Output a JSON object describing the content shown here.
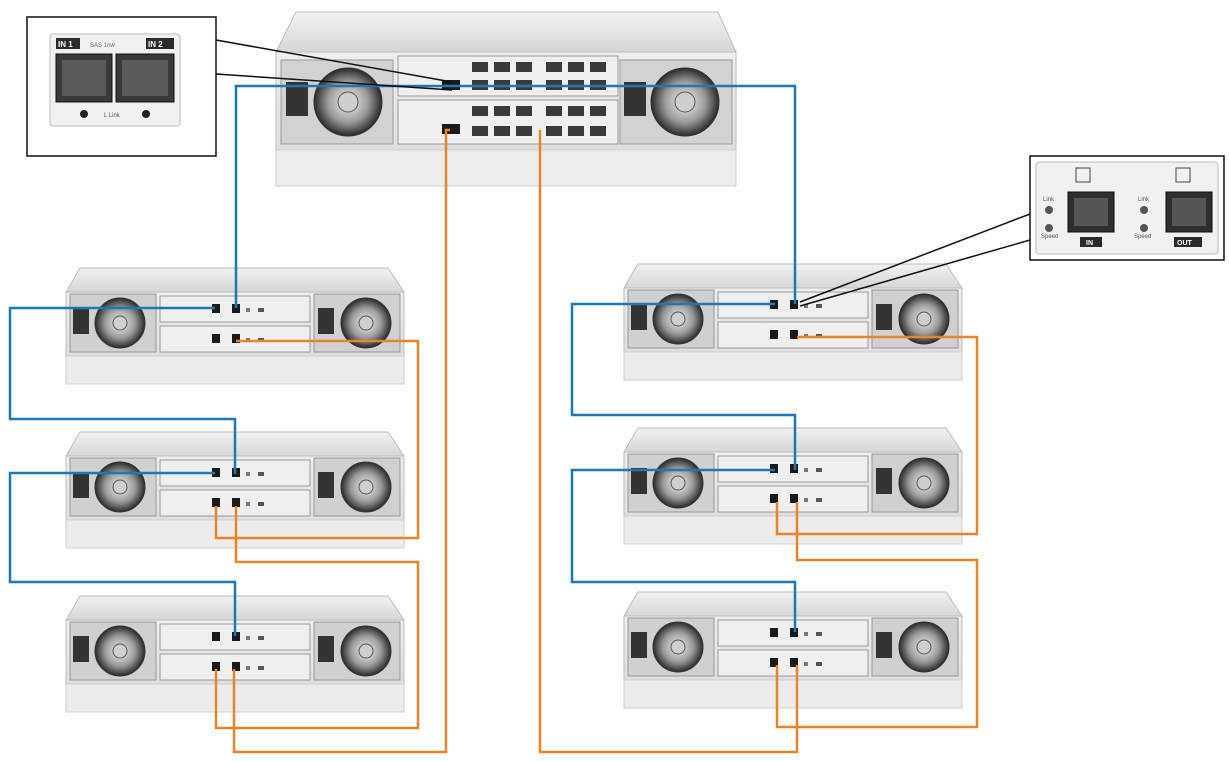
{
  "colors": {
    "blue_cable": "#1f78b4",
    "orange_cable": "#e8852b",
    "chassis": "#e3e3e3",
    "chassis_dark": "#c8c8c8",
    "callout_border": "#111111"
  },
  "head_unit": {
    "icon": "raid-controller-chassis-icon"
  },
  "callout_left": {
    "port1_label": "IN 1",
    "port2_label": "IN 2",
    "sas_label": "SAS 1nw",
    "link_label": "L  Link",
    "icon": "sas-port-pair-icon"
  },
  "callout_right": {
    "link_label_a": "Link",
    "speed_label_a": "Speed",
    "link_label_b": "Link",
    "speed_label_b": "Speed",
    "in_label": "IN",
    "out_label": "OUT",
    "icon": "expansion-port-icon"
  },
  "enclosures": {
    "icon": "jbod-enclosure-icon",
    "count": 6
  }
}
